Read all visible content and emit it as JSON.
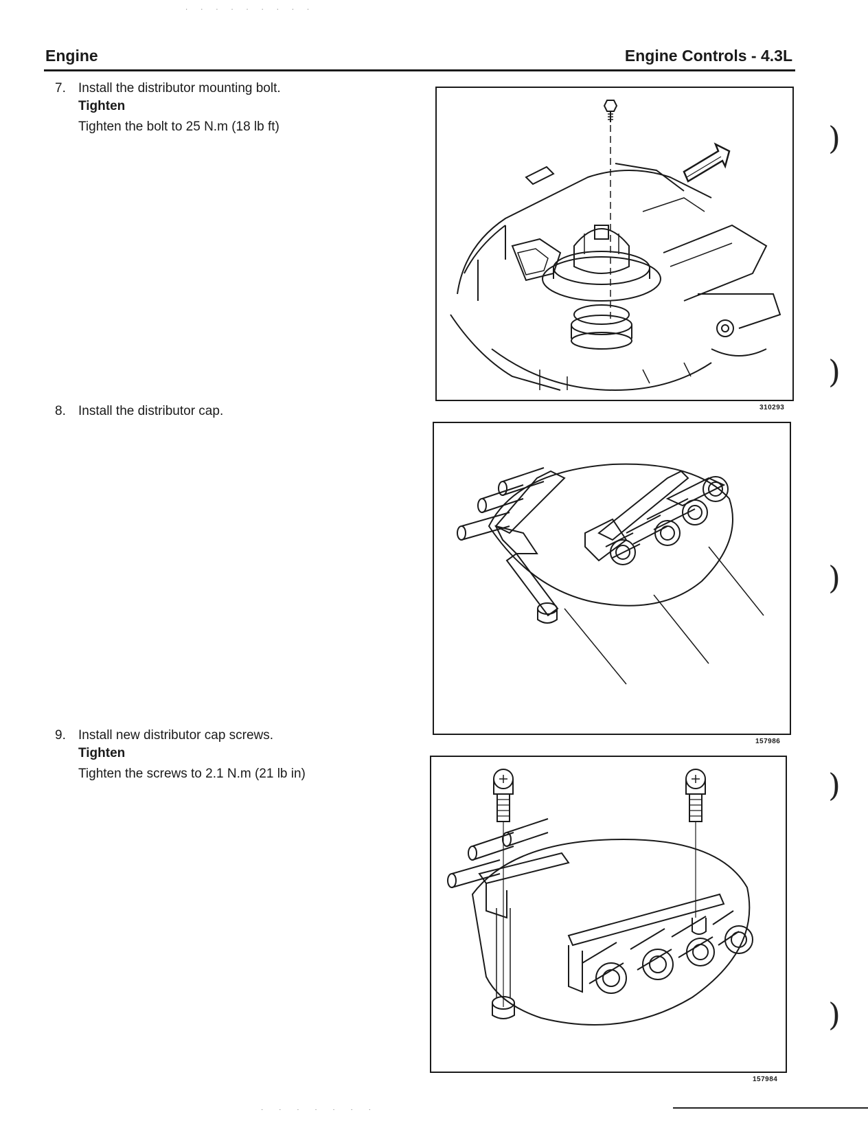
{
  "header": {
    "left": "Engine",
    "right": "Engine Controls - 4.3L"
  },
  "steps": [
    {
      "number": "7.",
      "text": "Install the distributor mounting bolt.",
      "tighten_label": "Tighten",
      "tighten_text": "Tighten the bolt to 25 N.m (18 lb ft)",
      "figure_number": "310293"
    },
    {
      "number": "8.",
      "text": "Install the distributor cap.",
      "figure_number": "157986"
    },
    {
      "number": "9.",
      "text": "Install new distributor cap screws.",
      "tighten_label": "Tighten",
      "tighten_text": "Tighten the screws to 2.1 N.m (21 lb in)",
      "figure_number": "157984"
    }
  ],
  "binder_marks": [
    ")",
    ")",
    ")",
    ")",
    ")"
  ]
}
